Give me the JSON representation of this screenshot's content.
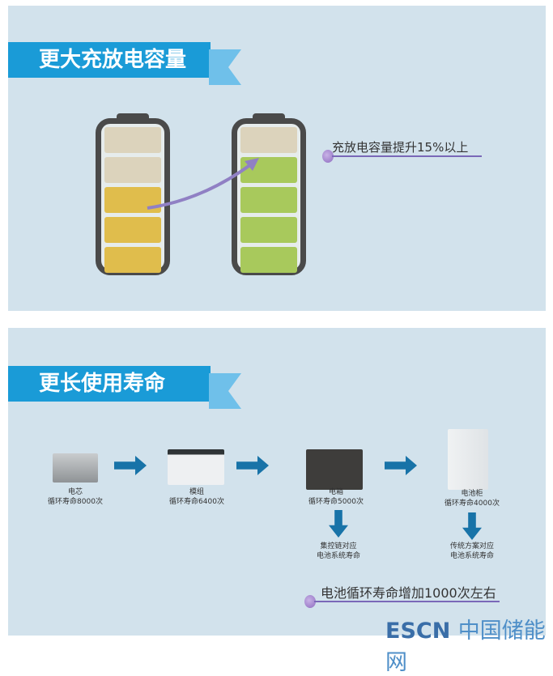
{
  "section1": {
    "title": "更大充放电容量",
    "note": "充放电容量提升15%以上"
  },
  "section2": {
    "title": "更长使用寿命",
    "items": [
      {
        "name": "电芯",
        "life": "循环寿命8000次"
      },
      {
        "name": "模组",
        "life": "循环寿命6400次"
      },
      {
        "name": "电箱",
        "life": "循环寿命5000次"
      },
      {
        "name": "电池柜",
        "life": "循环寿命4000次"
      }
    ],
    "outcomes": [
      {
        "line1": "集控链对应",
        "line2": "电池系统寿命"
      },
      {
        "line1": "传统方案对应",
        "line2": "电池系统寿命"
      }
    ],
    "note": "电池循环寿命增加1000次左右"
  },
  "logo": {
    "text1": "ESCN",
    "text2": "中国储能网"
  },
  "colors": {
    "banner": "#1a9bd7",
    "arrow": "#1873a8",
    "yellow": "#e0bd4c",
    "green": "#a8c95c",
    "empty": "#dcd3bc"
  }
}
